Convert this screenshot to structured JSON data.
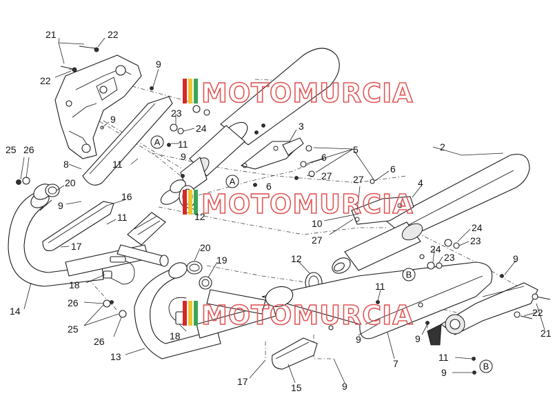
{
  "watermark": {
    "text": "MOTOMURCIA",
    "colors": {
      "red": "#d62828",
      "yellow": "#f2c230",
      "green": "#3aa655",
      "outline": "#e05555"
    }
  },
  "reference_markers": [
    "A",
    "A",
    "B",
    "B"
  ],
  "callouts": [
    {
      "id": "c21a",
      "label": "21"
    },
    {
      "id": "c22a",
      "label": "22"
    },
    {
      "id": "c22b",
      "label": "22"
    },
    {
      "id": "c9a",
      "label": "9"
    },
    {
      "id": "c9b",
      "label": "9"
    },
    {
      "id": "c23a",
      "label": "23"
    },
    {
      "id": "c24a",
      "label": "24"
    },
    {
      "id": "c11a",
      "label": "11"
    },
    {
      "id": "c9c",
      "label": "9"
    },
    {
      "id": "c3",
      "label": "3"
    },
    {
      "id": "c25a",
      "label": "25"
    },
    {
      "id": "c26a",
      "label": "26"
    },
    {
      "id": "c8",
      "label": "8"
    },
    {
      "id": "c11b",
      "label": "11"
    },
    {
      "id": "c5",
      "label": "5"
    },
    {
      "id": "c6a",
      "label": "6"
    },
    {
      "id": "c6b",
      "label": "6"
    },
    {
      "id": "c27a",
      "label": "27"
    },
    {
      "id": "c6c",
      "label": "6"
    },
    {
      "id": "c2",
      "label": "2"
    },
    {
      "id": "c27b",
      "label": "27"
    },
    {
      "id": "c4",
      "label": "4"
    },
    {
      "id": "c20a",
      "label": "20"
    },
    {
      "id": "c9d",
      "label": "9"
    },
    {
      "id": "c16",
      "label": "16"
    },
    {
      "id": "c12a",
      "label": "12"
    },
    {
      "id": "c10",
      "label": "10"
    },
    {
      "id": "c27c",
      "label": "27"
    },
    {
      "id": "c11c",
      "label": "11"
    },
    {
      "id": "c17a",
      "label": "17"
    },
    {
      "id": "c24b",
      "label": "24"
    },
    {
      "id": "c23b",
      "label": "23"
    },
    {
      "id": "c24c",
      "label": "24"
    },
    {
      "id": "c23c",
      "label": "23"
    },
    {
      "id": "c20b",
      "label": "20"
    },
    {
      "id": "c19",
      "label": "19"
    },
    {
      "id": "c12b",
      "label": "12"
    },
    {
      "id": "c18a",
      "label": "18"
    },
    {
      "id": "c9e",
      "label": "9"
    },
    {
      "id": "c26b",
      "label": "26"
    },
    {
      "id": "c14",
      "label": "14"
    },
    {
      "id": "c11d",
      "label": "11"
    },
    {
      "id": "c25b",
      "label": "25"
    },
    {
      "id": "c26c",
      "label": "26"
    },
    {
      "id": "c18b",
      "label": "18"
    },
    {
      "id": "c22c",
      "label": "22"
    },
    {
      "id": "c21b",
      "label": "21"
    },
    {
      "id": "c9f",
      "label": "9"
    },
    {
      "id": "c9g",
      "label": "9"
    },
    {
      "id": "c13",
      "label": "13"
    },
    {
      "id": "c7",
      "label": "7"
    },
    {
      "id": "c11e",
      "label": "11"
    },
    {
      "id": "c17b",
      "label": "17"
    },
    {
      "id": "c15",
      "label": "15"
    },
    {
      "id": "c9h",
      "label": "9"
    },
    {
      "id": "c9i",
      "label": "9"
    }
  ]
}
